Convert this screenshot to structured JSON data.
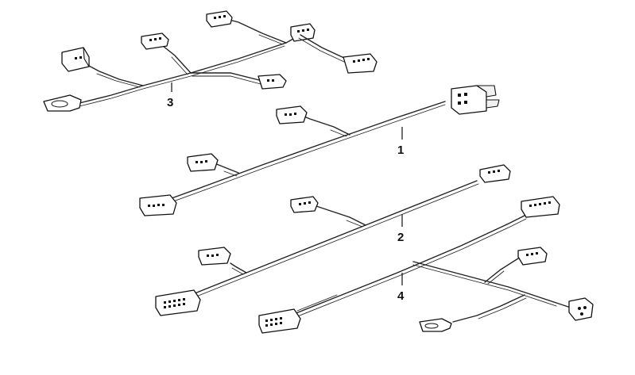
{
  "diagram": {
    "callouts": [
      {
        "id": "3",
        "label": "3"
      },
      {
        "id": "1",
        "label": "1"
      },
      {
        "id": "2",
        "label": "2"
      },
      {
        "id": "4",
        "label": "4"
      }
    ],
    "colors": {
      "line": "#222222",
      "background": "#ffffff"
    }
  }
}
